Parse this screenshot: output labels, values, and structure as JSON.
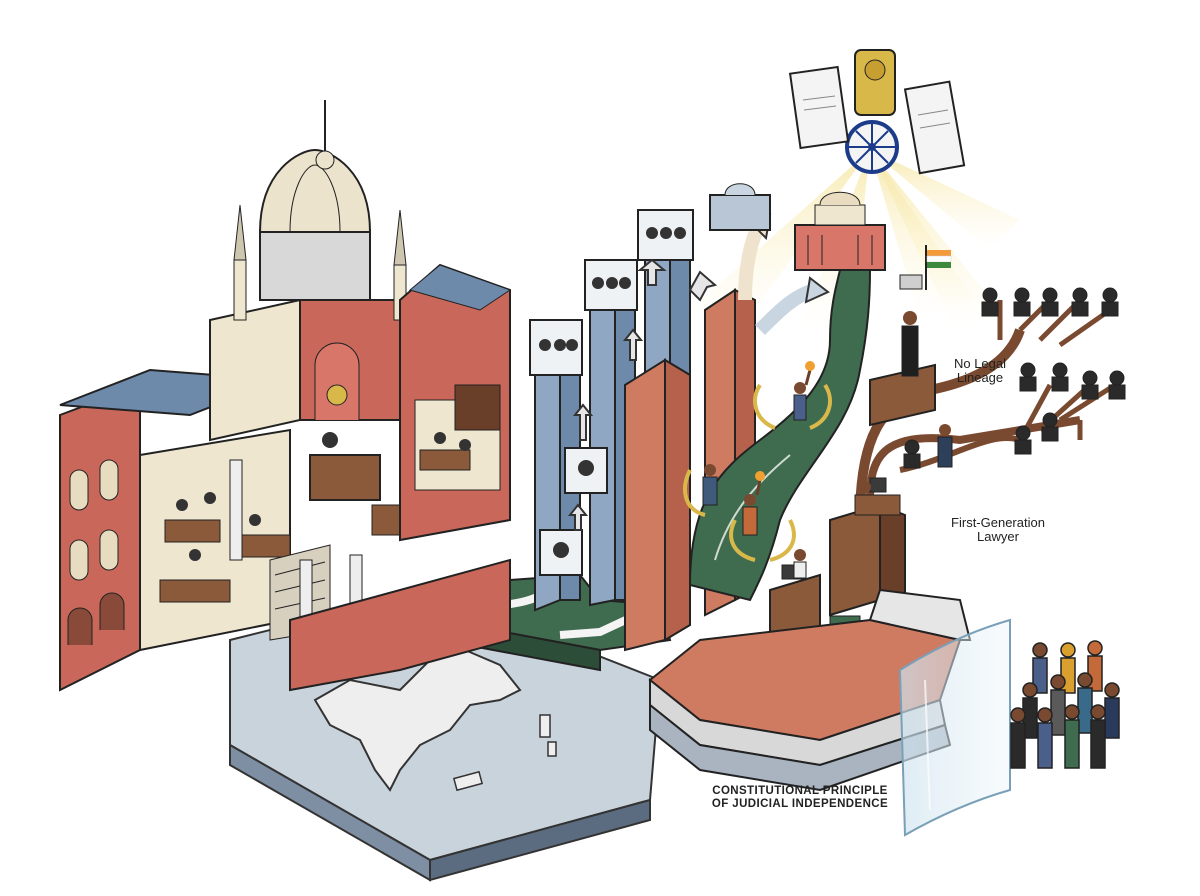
{
  "labels": {
    "no_legal_lineage": [
      "No Legal",
      "Lineage"
    ],
    "first_generation_lawyer": [
      "First-Generation",
      "Lawyer"
    ],
    "constitutional_principle": [
      "CONSTITUTIONAL PRINCIPLE",
      "OF JUDICIAL INDEPENDENCE"
    ]
  },
  "colors": {
    "brick": "#c9685a",
    "blue_slate": "#8fa7c2",
    "forest_green": "#3f6b4f",
    "terracotta": "#cf7b62",
    "cream": "#efe6cf",
    "wood": "#8a5a3a",
    "gold": "#d9b84a",
    "ground": "#c9d3dc"
  },
  "icons": [
    "ashoka-emblem-icon",
    "ashoka-chakra-icon",
    "indian-flag-icon",
    "document-icon",
    "india-map-icon",
    "laurel-icon",
    "torch-icon",
    "gavel-icon"
  ]
}
